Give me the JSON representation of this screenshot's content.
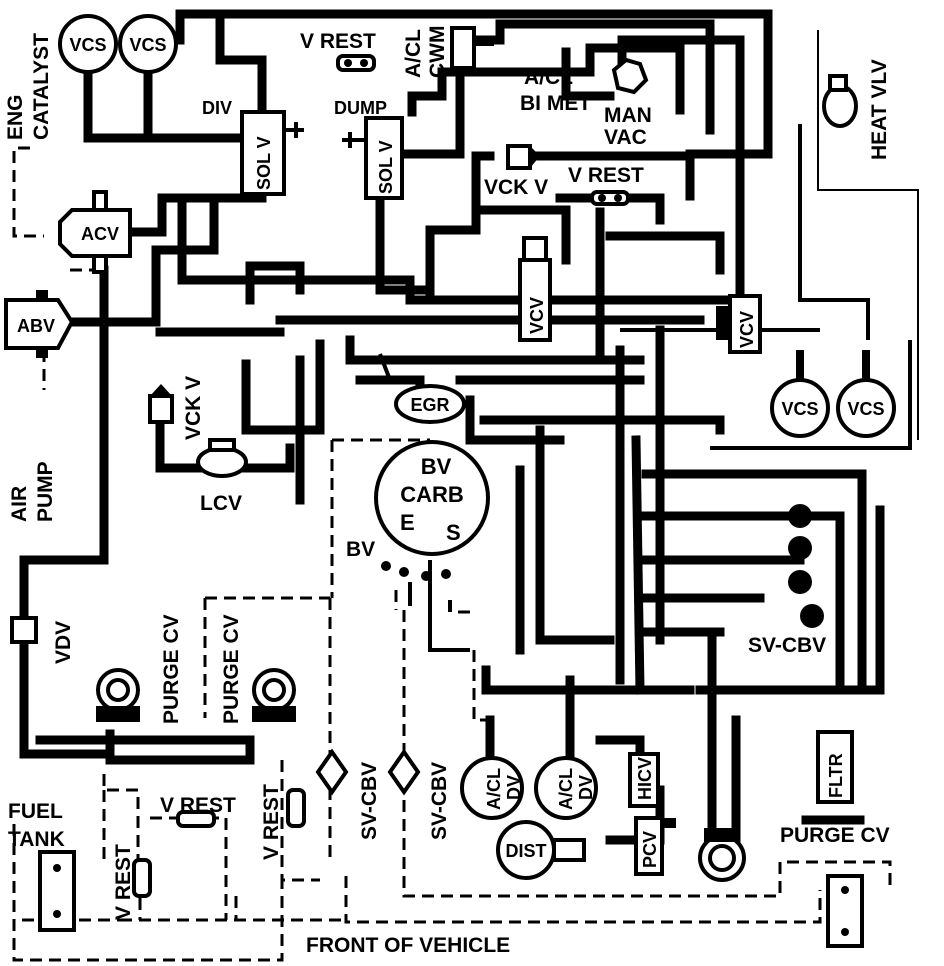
{
  "labels": {
    "vcs_top_left_1": "VCS",
    "vcs_top_left_2": "VCS",
    "eng_catalyst_1": "ENG",
    "eng_catalyst_2": "CATALYST",
    "acv": "ACV",
    "abv": "ABV",
    "air_pump_1": "AIR",
    "air_pump_2": "PUMP",
    "div": "DIV",
    "sol_v_left": "SOL V",
    "dump": "DUMP",
    "sol_v_right": "SOL V",
    "v_rest_top": "V REST",
    "acl_cwm_1": "A/CL",
    "acl_cwm_2": "CWM",
    "acl_bimet_1": "A/CL",
    "acl_bimet_2": "BI MET",
    "man_vac_1": "MAN",
    "man_vac_2": "VAC",
    "heat_vlv": "HEAT VLV",
    "vck_v_top": "VCK V",
    "v_rest_mid": "V REST",
    "vcv_center": "VCV",
    "vcv_right": "VCV",
    "vcs_right_1": "VCS",
    "vcs_right_2": "VCS",
    "vck_v_left": "VCK V",
    "lcv": "LCV",
    "egr": "EGR",
    "carb_bv": "BV",
    "carb": "CARB",
    "carb_e": "E",
    "carb_s": "S",
    "bv": "BV",
    "vdv": "VDV",
    "purge_cv_1": "PURGE CV",
    "purge_cv_2": "PURGE CV",
    "sv_cbv_1": "SV-CBV",
    "sv_cbv_2": "SV-CBV",
    "sv_cbv_right": "SV-CBV",
    "v_rest_bottom": "V REST",
    "v_rest_vertical_1": "V REST",
    "v_rest_vertical_2": "V REST",
    "fuel_tank_1": "FUEL",
    "fuel_tank_2": "TANK",
    "acl_dv_1a": "A/CL",
    "acl_dv_1b": "DV",
    "acl_dv_2a": "A/CL",
    "acl_dv_2b": "DV",
    "dist": "DIST",
    "hicv": "HICV",
    "pcv": "PCV",
    "fltr": "FLTR",
    "purge_cv_right": "PURGE CV",
    "front_of_vehicle": "FRONT OF VEHICLE"
  }
}
